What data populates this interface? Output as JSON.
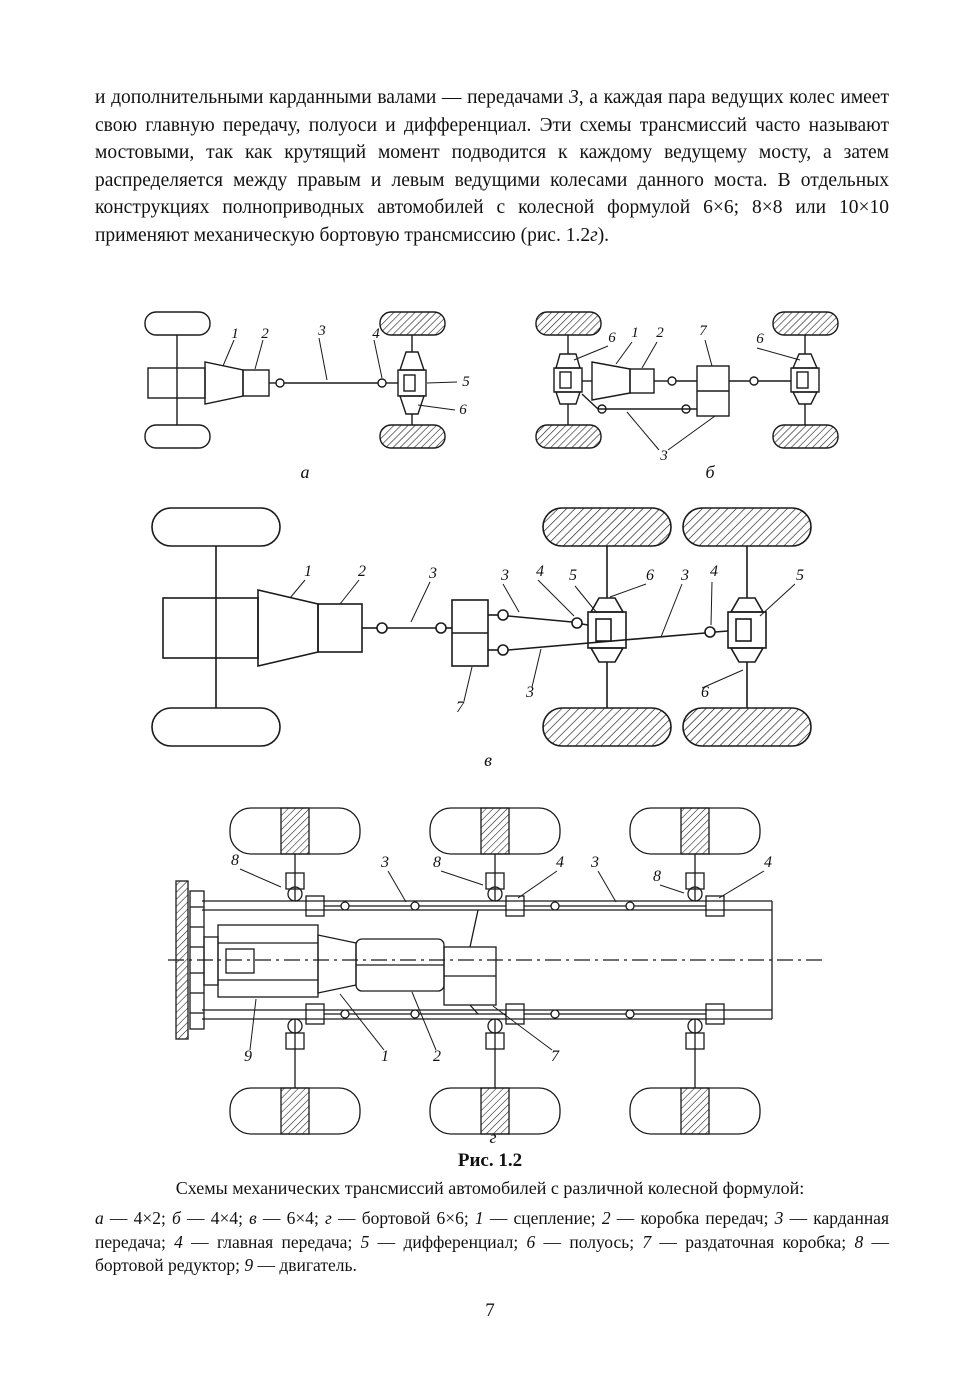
{
  "page": {
    "number": "7"
  },
  "intro": {
    "segments": [
      {
        "text": "и дополнительными карданными валами — передачами "
      },
      {
        "text": "3"
      },
      {
        "text": ", а каждая пара ведущих колес имеет свою главную передачу, полуоси и дифференциал. Эти схемы трансмиссий часто называют мостовыми, так как крутящий момент подводится к каждому ведущему мосту, а затем распределяется между правым и левым ведущими колесами данного моста. В отдельных конструкциях полноприводных автомобилей с колесной формулой 6×6; 8×8 или 10×10 применяют механическую бортовую трансмиссию (рис. 1.2"
      },
      {
        "text": "г"
      },
      {
        "text": ")."
      }
    ]
  },
  "figure": {
    "number_label": "Рис. 1.2",
    "caption": "Схемы механических трансмиссий автомобилей с различной колесной формулой:",
    "diagrams": {
      "a": {
        "letter": "а",
        "labels": [
          "1",
          "2",
          "3",
          "4",
          "5",
          "6"
        ]
      },
      "b": {
        "letter": "б",
        "labels": [
          "6",
          "1",
          "2",
          "7",
          "6",
          "3"
        ]
      },
      "v": {
        "letter": "в",
        "labels": [
          "1",
          "2",
          "3",
          "3",
          "4",
          "5",
          "6",
          "3",
          "4",
          "5",
          "7",
          "3",
          "6"
        ]
      },
      "g": {
        "letter": "г",
        "labels": [
          "8",
          "3",
          "8",
          "4",
          "3",
          "8",
          "4",
          "9",
          "1",
          "2",
          "7"
        ]
      }
    }
  },
  "legend": {
    "items": [
      {
        "key": "а",
        "text": " — 4×2; "
      },
      {
        "key": "б",
        "text": " — 4×4; "
      },
      {
        "key": "в",
        "text": " — 6×4; "
      },
      {
        "key": "г",
        "text": " — бортовой 6×6; "
      },
      {
        "key": "1",
        "text": " — сцепление; "
      },
      {
        "key": "2",
        "text": " — коробка передач; "
      },
      {
        "key": "3",
        "text": " — карданная передача; "
      },
      {
        "key": "4",
        "text": " — главная передача; "
      },
      {
        "key": "5",
        "text": " — дифференциал; "
      },
      {
        "key": "6",
        "text": " — полуось; "
      },
      {
        "key": "7",
        "text": " — раздаточная коробка; "
      },
      {
        "key": "8",
        "text": " — бортовой редуктор; "
      },
      {
        "key": "9",
        "text": " — двигатель."
      }
    ]
  }
}
